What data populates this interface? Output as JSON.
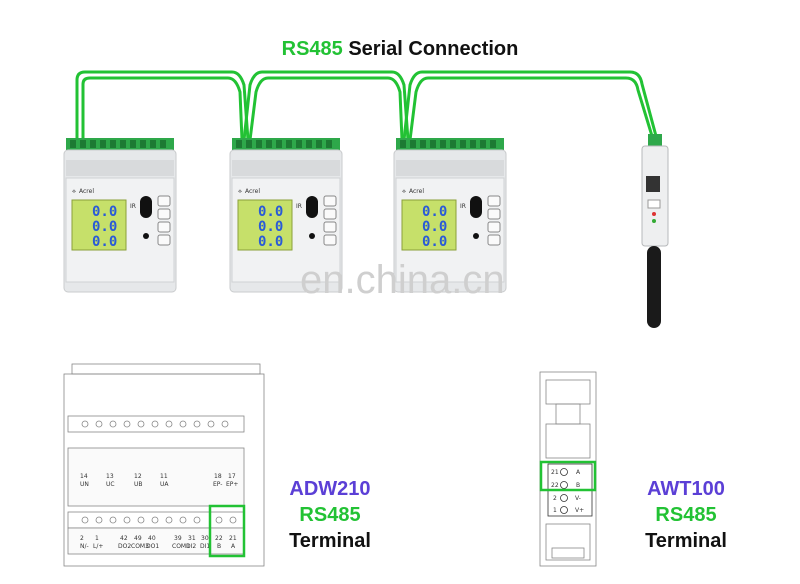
{
  "title": {
    "highlight": "RS485",
    "rest": " Serial Connection"
  },
  "watermark": "en.china.cn",
  "meter_lcd_value": "0.0",
  "meter_brand": "Acrel",
  "meter_ir_label": "IR",
  "adw_label": {
    "model": "ADW210",
    "protocol": "RS485",
    "word": "Terminal"
  },
  "awt_label": {
    "model": "AWT100",
    "protocol": "RS485",
    "word": "Terminal"
  },
  "adw_terminals_top": [
    "14",
    "13",
    "12",
    "11",
    "18",
    "17"
  ],
  "adw_terminals_top_sub": [
    "UN",
    "UC",
    "UB",
    "UA",
    "EP-",
    "EP+"
  ],
  "adw_terminals_bottom": [
    "2",
    "1",
    "42",
    "49",
    "40",
    "39",
    "31",
    "30",
    "22",
    "21"
  ],
  "adw_terminals_bottom_sub": [
    "N/-",
    "L/+",
    "DO2",
    "COM3",
    "DO1",
    "COM1",
    "DI2",
    "DI1",
    "B",
    "A"
  ],
  "awt_terminals": [
    "21",
    "22",
    "2",
    "1"
  ],
  "awt_terminal_names": [
    "A",
    "B",
    "V-",
    "V+"
  ],
  "colors": {
    "wire": "#22c234",
    "highlight_box": "#22c234",
    "model": "#5b3fd6"
  }
}
